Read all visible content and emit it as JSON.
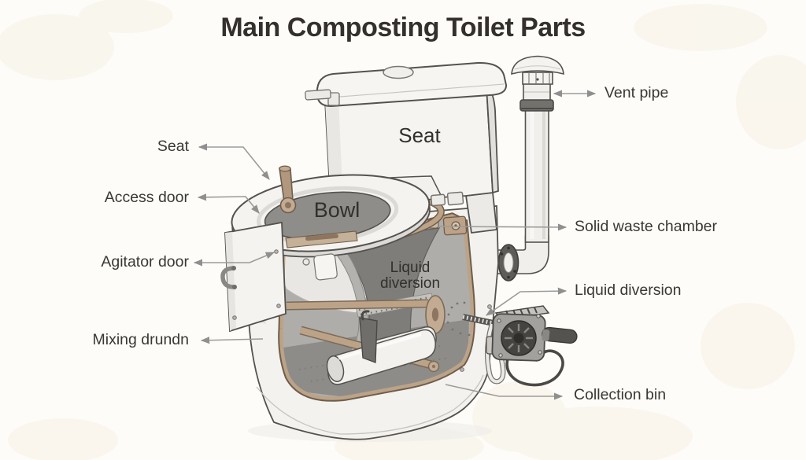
{
  "title": "Main Composting Toilet Parts",
  "diagram": {
    "left_labels": [
      {
        "id": "seat",
        "text": "Seat"
      },
      {
        "id": "access-door",
        "text": "Access door"
      },
      {
        "id": "agitator-door",
        "text": "Agitator door"
      },
      {
        "id": "mixing-drum",
        "text": "Mixing drundn"
      }
    ],
    "right_labels": [
      {
        "id": "vent-pipe",
        "text": "Vent pipe"
      },
      {
        "id": "solid-waste-chamber",
        "text": "Solid waste chamber"
      },
      {
        "id": "liquid-diversion",
        "text": "Liquid diversion"
      },
      {
        "id": "collection-bin",
        "text": "Collection bin"
      }
    ],
    "part_labels": [
      {
        "id": "seat-on-tank",
        "text": "Seat"
      },
      {
        "id": "bowl",
        "text": "Bowl"
      },
      {
        "id": "liquid-diversion-chute",
        "text": "Liquid diversion"
      }
    ]
  },
  "colors": {
    "background": "#fdfcf9",
    "title_text": "#34302c",
    "label_text": "#3b3734",
    "arrow": "#9b9b9b",
    "outline": "#55524e",
    "porcelain": "#f4f3f0",
    "porcelain_shade": "#e3e1dd",
    "bowl_gray": "#8e8d89",
    "interior_gray": "#a7a6a3",
    "tan": "#bca387",
    "tan_dark": "#6f5d4c",
    "fan_gray": "#a3a19e",
    "pipe_flange": "#5d5c59"
  }
}
